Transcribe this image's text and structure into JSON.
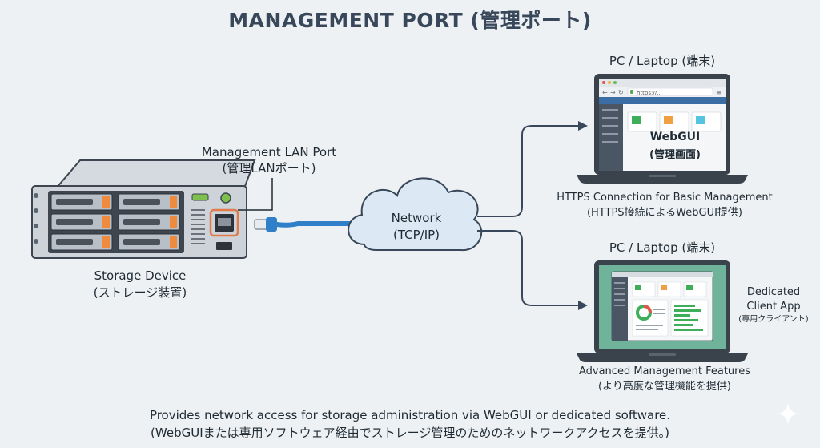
{
  "title": "MANAGEMENT PORT (管理ポート)",
  "storage": {
    "label": "Storage Device",
    "label_jp": "(ストレージ装置)"
  },
  "mgmt_port": {
    "label": "Management LAN Port",
    "label_jp": "(管理LANポート)"
  },
  "network": {
    "label": "Network",
    "label_sub": "(TCP/IP)"
  },
  "pc_top": {
    "heading": "PC / Laptop (端末)",
    "url": "https://...",
    "screen_title": "WebGUI",
    "screen_sub": "(管理画面)",
    "caption": "HTTPS Connection for Basic Management",
    "caption_jp": "(HTTPS接続によるWebGUI提供)"
  },
  "pc_bottom": {
    "heading": "PC / Laptop (端末)",
    "side_label_1": "Dedicated",
    "side_label_2": "Client App",
    "side_label_jp": "(専用クライアント)",
    "caption": "Advanced Management Features",
    "caption_jp": "(より高度な管理機能を提供)"
  },
  "footer": {
    "line1": "Provides network access for storage administration via WebGUI or dedicated software.",
    "line2": "(WebGUIまたは専用ソフトウェア経由でストレージ管理のためのネットワークアクセスを提供。)"
  },
  "colors": {
    "background": "#eef1f3",
    "cable": "#2f7fc9",
    "port_highlight": "#e07b4a",
    "cloud": "#dce8f3",
    "device_body": "#c9cfd6",
    "drive_led": "#f08a3c",
    "power_led": "#7fbf4f",
    "tile_green": "#3fae5a",
    "tile_orange": "#f0a040",
    "tile_cyan": "#56c3e0",
    "client_screen_frame": "#6fb49a"
  },
  "icons": [
    "sparkle-icon"
  ]
}
